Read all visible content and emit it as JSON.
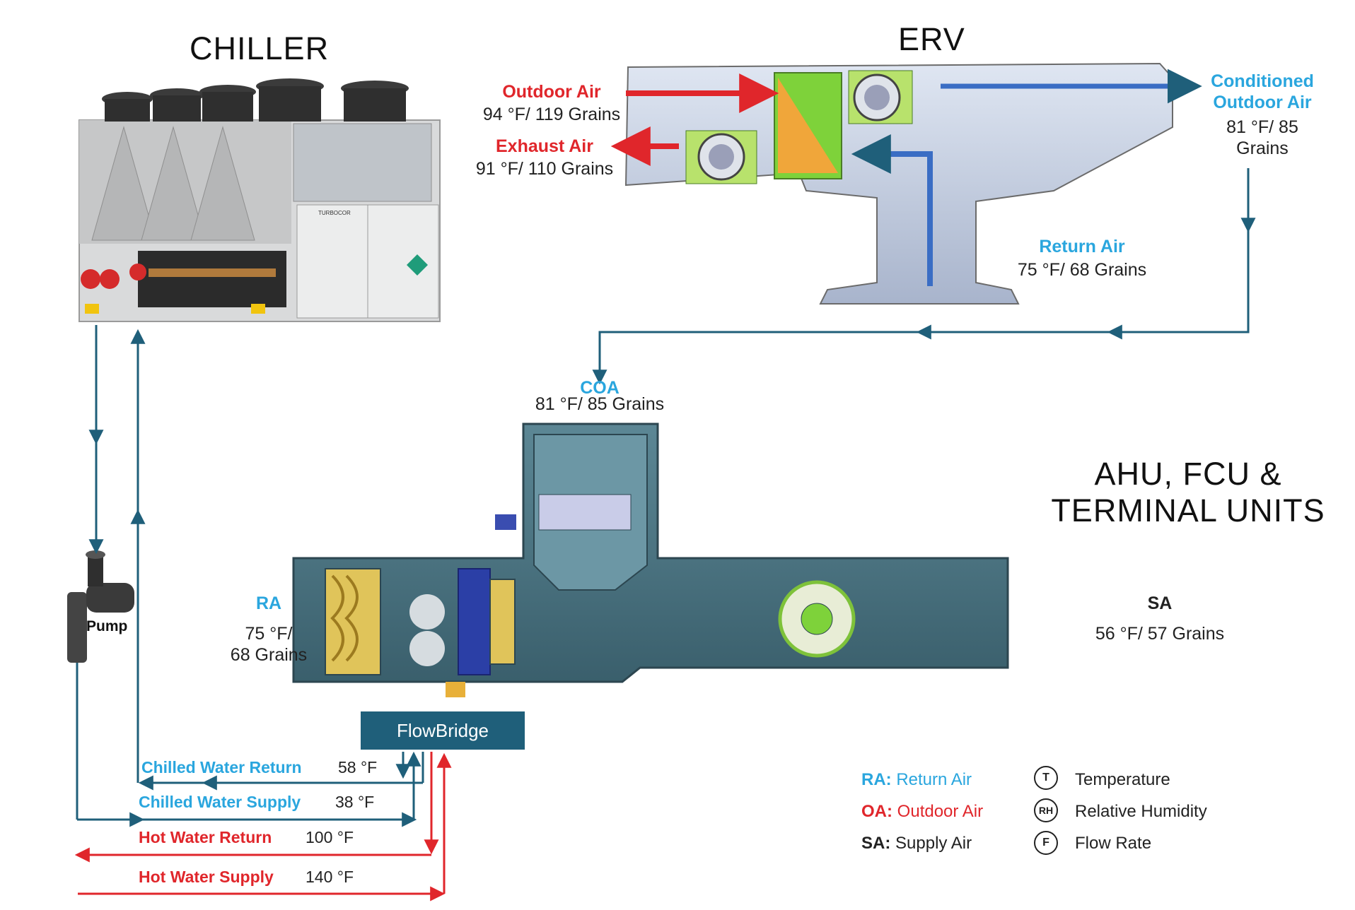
{
  "titles": {
    "chiller": "CHILLER",
    "erv": "ERV",
    "ahu_line1": "AHU, FCU &",
    "ahu_line2": "TERMINAL UNITS"
  },
  "erv": {
    "outdoor_air": {
      "label": "Outdoor Air",
      "value": "94 °F/ 119 Grains"
    },
    "exhaust_air": {
      "label": "Exhaust Air",
      "value": "91 °F/ 110 Grains"
    },
    "conditioned_outdoor_air": {
      "label_line1": "Conditioned",
      "label_line2": "Outdoor Air",
      "value_line1": "81 °F/ 85",
      "value_line2": "Grains"
    },
    "return_air": {
      "label": "Return Air",
      "value": "75 °F/ 68 Grains"
    }
  },
  "ahu": {
    "coa": {
      "label": "COA",
      "value": "81 °F/ 85 Grains"
    },
    "ra": {
      "label": "RA",
      "value_line1": "75 °F/",
      "value_line2": "68 Grains"
    },
    "sa": {
      "label": "SA",
      "value": "56 °F/ 57 Grains"
    }
  },
  "pump_label": "Pump",
  "flowbridge_label": "FlowBridge",
  "chiller_brand": "TURBOCOR",
  "water_lines": [
    {
      "label": "Chilled Water Return",
      "value": "58 °F",
      "color": "#2aa6de"
    },
    {
      "label": "Chilled Water Supply",
      "value": "38 °F",
      "color": "#2aa6de"
    },
    {
      "label": "Hot Water Return",
      "value": "100 °F",
      "color": "#e0262b"
    },
    {
      "label": "Hot Water Supply",
      "value": "140 °F",
      "color": "#e0262b"
    }
  ],
  "legend": {
    "ra": {
      "abbr": "RA:",
      "text": "Return Air"
    },
    "oa": {
      "abbr": "OA:",
      "text": "Outdoor Air"
    },
    "sa": {
      "abbr": "SA:",
      "text": "Supply Air"
    },
    "symbols": [
      {
        "symbol": "T",
        "text": "Temperature"
      },
      {
        "symbol": "RH",
        "text": "Relative Humidity"
      },
      {
        "symbol": "F",
        "text": "Flow Rate"
      }
    ]
  },
  "colors": {
    "chilled_pipe": "#1f5f7a",
    "hot_pipe": "#e0262b",
    "accent_blue": "#2aa6de",
    "accent_red": "#e0262b"
  }
}
